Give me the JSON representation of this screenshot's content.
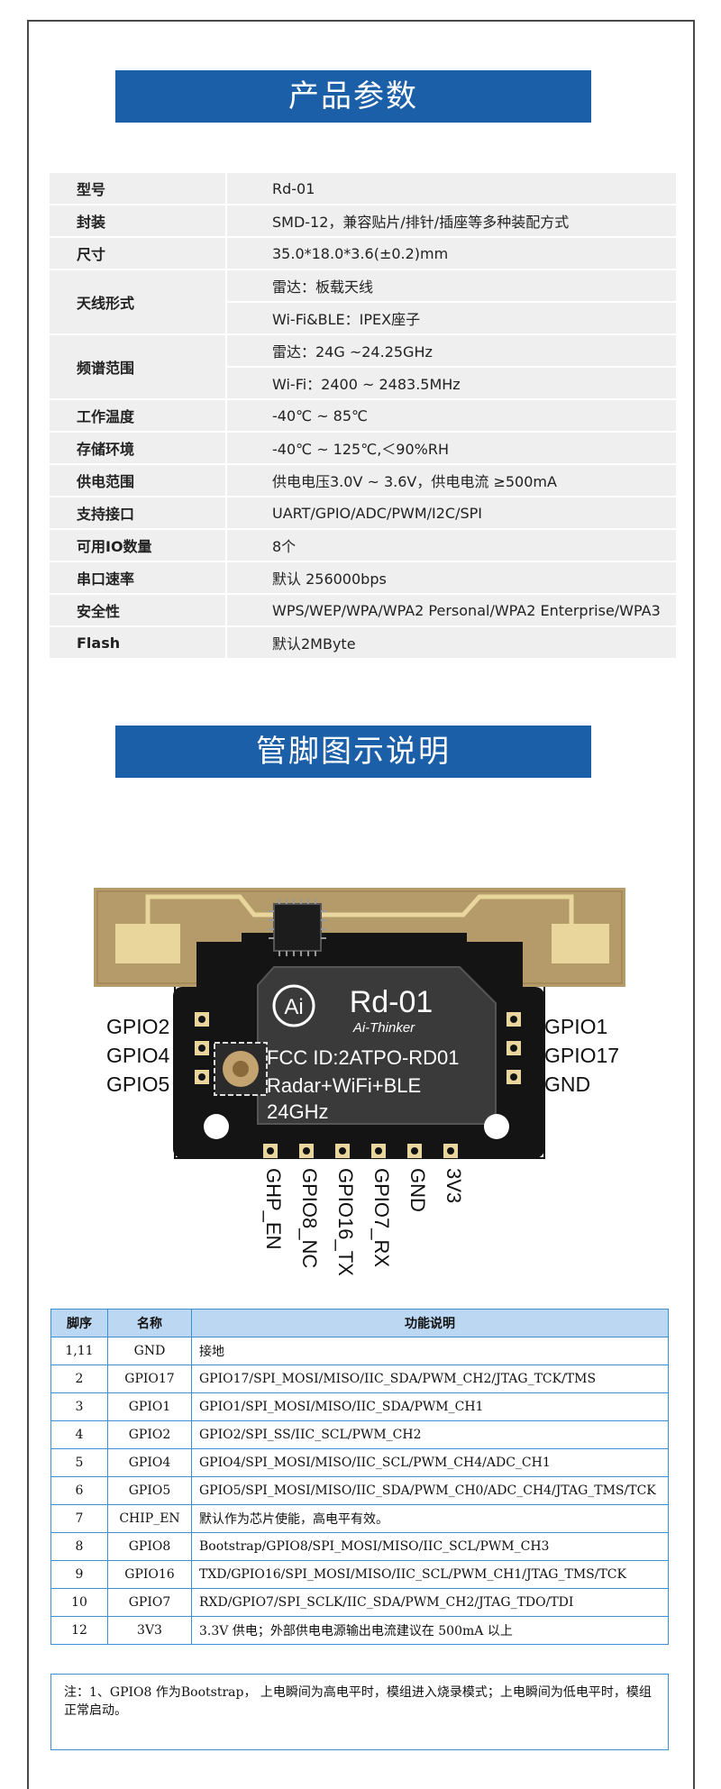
{
  "section_titles": {
    "params": "产品参数",
    "pins": "管脚图示说明"
  },
  "specs": [
    {
      "key": "型号",
      "values": [
        "Rd-01"
      ]
    },
    {
      "key": "封装",
      "values": [
        "SMD-12，兼容贴片/排针/插座等多种装配方式"
      ]
    },
    {
      "key": "尺寸",
      "values": [
        "35.0*18.0*3.6(±0.2)mm"
      ]
    },
    {
      "key": "天线形式",
      "values": [
        "雷达：板载天线",
        "Wi-Fi&BLE：IPEX座子"
      ]
    },
    {
      "key": "频谱范围",
      "values": [
        "雷达：24G ~24.25GHz",
        "Wi-Fi：2400 ~ 2483.5MHz"
      ]
    },
    {
      "key": "工作温度",
      "values": [
        "-40℃ ~ 85℃"
      ]
    },
    {
      "key": "存储环境",
      "values": [
        "-40℃ ~ 125℃,＜90%RH"
      ]
    },
    {
      "key": "供电范围",
      "values": [
        "供电电压3.0V ~ 3.6V，供电电流 ≥500mA"
      ]
    },
    {
      "key": "支持接口",
      "values": [
        "UART/GPIO/ADC/PWM/I2C/SPI"
      ]
    },
    {
      "key": "可用IO数量",
      "values": [
        "8个"
      ]
    },
    {
      "key": "串口速率",
      "values": [
        "默认 256000bps"
      ]
    },
    {
      "key": "安全性",
      "values": [
        "WPS/WEP/WPA/WPA2 Personal/WPA2 Enterprise/WPA3"
      ]
    },
    {
      "key": "Flash",
      "values": [
        "默认2MByte"
      ]
    }
  ],
  "module": {
    "name": "Rd-01",
    "brand": "Ai-Thinker",
    "logo_text": "Ai",
    "fcc": "FCC ID:2ATPO-RD01",
    "features": "Radar+WiFi+BLE",
    "band": "24GHz",
    "left_pins": [
      "GPIO2",
      "GPIO4",
      "GPIO5"
    ],
    "right_pins": [
      "GPIO1",
      "GPIO17",
      "GND"
    ],
    "bottom_pins": [
      "GHP_EN",
      "GPIO8_NC",
      "GPIO16_TX",
      "GPIO7_RX",
      "GND",
      "3V3"
    ],
    "colors": {
      "board": "#141414",
      "antenna": "#b59a6a",
      "pad": "#e8d69c"
    }
  },
  "pin_table": {
    "headers": [
      "脚序",
      "名称",
      "功能说明"
    ],
    "rows": [
      [
        "1,11",
        "GND",
        "接地"
      ],
      [
        "2",
        "GPIO17",
        "GPIO17/SPI_MOSI/MISO/IIC_SDA/PWM_CH2/JTAG_TCK/TMS"
      ],
      [
        "3",
        "GPIO1",
        "GPIO1/SPI_MOSI/MISO/IIC_SDA/PWM_CH1"
      ],
      [
        "4",
        "GPIO2",
        "GPIO2/SPI_SS/IIC_SCL/PWM_CH2"
      ],
      [
        "5",
        "GPIO4",
        "GPIO4/SPI_MOSI/MISO/IIC_SCL/PWM_CH4/ADC_CH1"
      ],
      [
        "6",
        "GPIO5",
        "GPIO5/SPI_MOSI/MISO/IIC_SDA/PWM_CH0/ADC_CH4/JTAG_TMS/TCK"
      ],
      [
        "7",
        "CHIP_EN",
        "默认作为芯片使能，高电平有效。"
      ],
      [
        "8",
        "GPIO8",
        "Bootstrap/GPIO8/SPI_MOSI/MISO/IIC_SCL/PWM_CH3"
      ],
      [
        "9",
        "GPIO16",
        "TXD/GPIO16/SPI_MOSI/MISO/IIC_SCL/PWM_CH1/JTAG_TMS/TCK"
      ],
      [
        "10",
        "GPIO7",
        "RXD/GPIO7/SPI_SCLK/IIC_SDA/PWM_CH2/JTAG_TDO/TDI"
      ],
      [
        "12",
        "3V3",
        "3.3V 供电；外部供电电源输出电流建议在 500mA 以上"
      ]
    ]
  },
  "note": "注：1、GPIO8 作为Bootstrap， 上电瞬间为高电平时，模组进入烧录模式；上电瞬间为低电平时，模组正常启动。",
  "colors": {
    "banner": "#1b5fa8",
    "table_border": "#3d8fd1",
    "table_header": "#bcd7f2"
  }
}
